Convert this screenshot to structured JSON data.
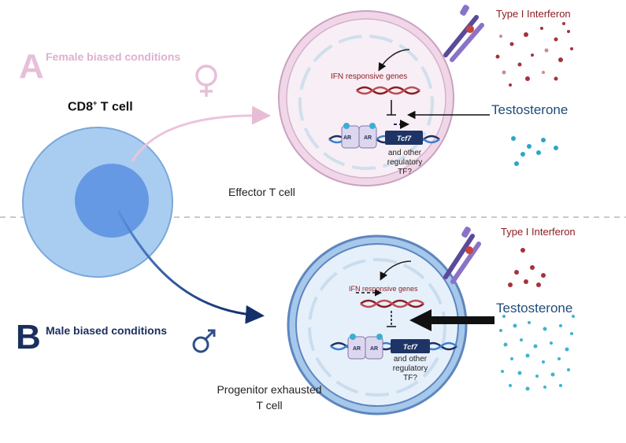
{
  "panel_a": {
    "letter": "A",
    "condition": "Female biased conditions",
    "outcome": "Effector T cell",
    "ifn_label": "Type I Interferon",
    "testosterone_label": "Testosterone",
    "genes_label": "IFN responsive genes",
    "tcf7_label": "Tcf7",
    "tf_label": "and other regulatory TF?",
    "ar_label": "AR"
  },
  "panel_b": {
    "letter": "B",
    "condition": "Male biased conditions",
    "outcome": "Progenitor exhausted T cell",
    "ifn_label": "Type I Interferon",
    "testosterone_label": "Testosterone",
    "genes_label": "IFN responsive genes",
    "tcf7_label": "Tcf7",
    "tf_label": "and other regulatory TF?",
    "ar_label": "AR"
  },
  "cell": {
    "name": "CD8",
    "superscript": "+",
    "suffix": " T cell"
  },
  "symbols": {
    "female": "♀",
    "male": "♂"
  },
  "colors": {
    "female": "#e7bfd8",
    "male": "#1a2f5e",
    "interferon": "#8c1d23",
    "testosterone": "#3fb4cf",
    "cd8_outer": "#a9cdf0",
    "cd8_inner": "#5b8fe0"
  }
}
